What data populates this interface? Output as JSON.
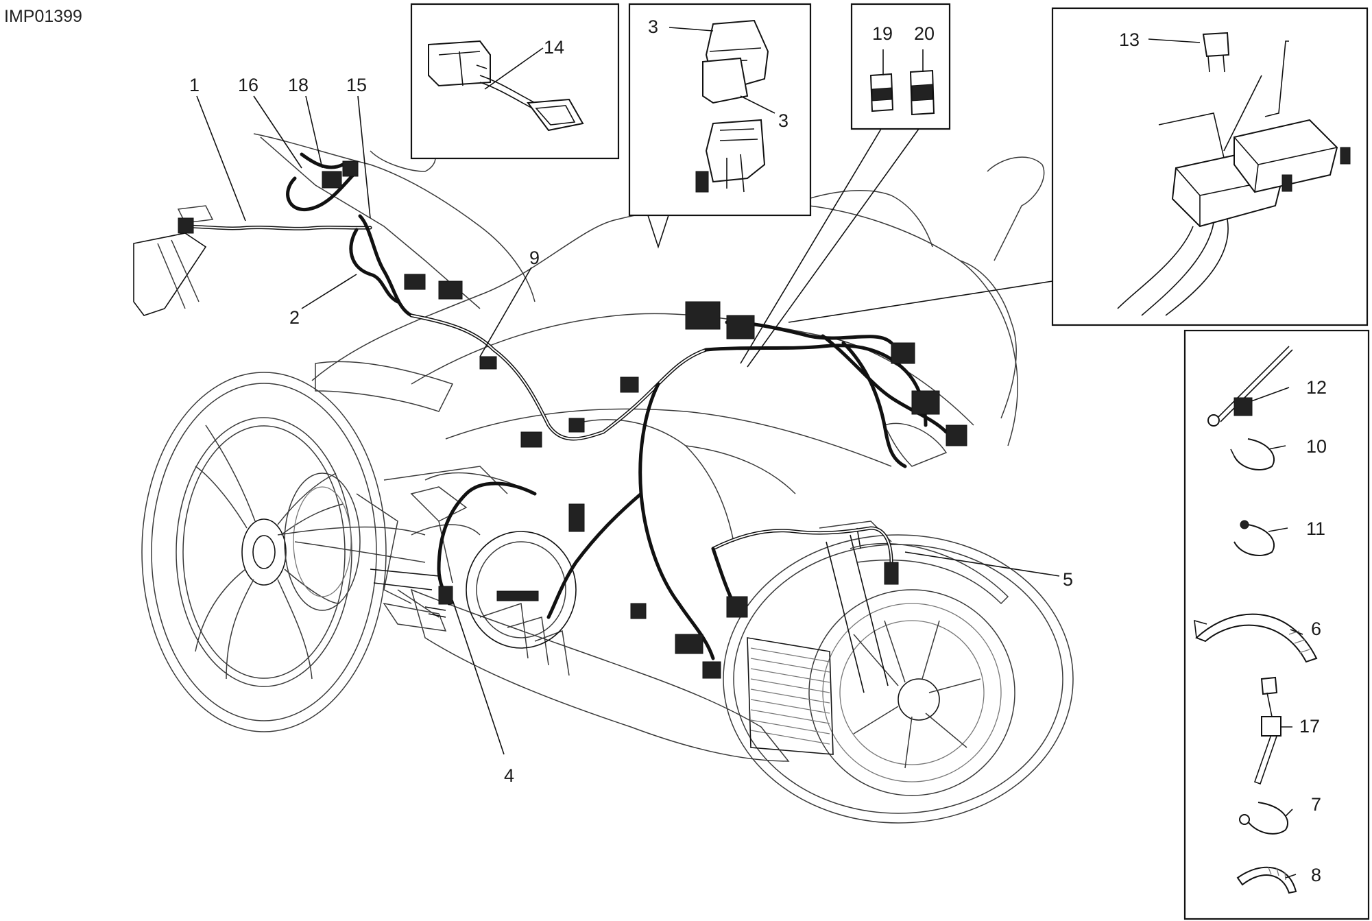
{
  "image_code": "IMP01399",
  "callouts": {
    "c1": "1",
    "c2": "2",
    "c3a": "3",
    "c3b": "3",
    "c4": "4",
    "c5": "5",
    "c6": "6",
    "c7": "7",
    "c8": "8",
    "c9": "9",
    "c10": "10",
    "c11": "11",
    "c12": "12",
    "c13": "13",
    "c14": "14",
    "c15": "15",
    "c16": "16",
    "c17": "17",
    "c18": "18",
    "c19": "19",
    "c20": "20"
  },
  "colors": {
    "line": "#111111",
    "background": "#ffffff"
  }
}
